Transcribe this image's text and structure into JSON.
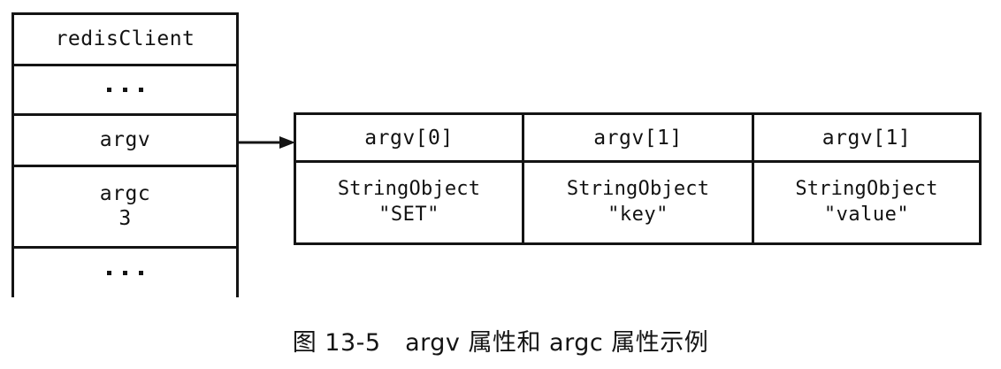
{
  "figure": {
    "caption": "图 13-5　argv 属性和 argc 属性示例",
    "ink_color": "#141414",
    "background_color": "#ffffff"
  },
  "struct": {
    "title": "redisClient",
    "rows": [
      {
        "label": "redisClient",
        "kind": "title"
      },
      {
        "label": "...",
        "kind": "ellipsis"
      },
      {
        "label": "argv",
        "kind": "field"
      },
      {
        "label": "argc",
        "value": "3",
        "kind": "field"
      },
      {
        "label": "...",
        "kind": "ellipsis"
      }
    ]
  },
  "connector": {
    "from": "argv",
    "to": "argv-table",
    "arrow_icon": "arrow-right-icon"
  },
  "argv_table": {
    "headers": [
      "argv[0]",
      "argv[1]",
      "argv[1]"
    ],
    "cells": [
      {
        "type": "StringObject",
        "value": "\"SET\""
      },
      {
        "type": "StringObject",
        "value": "\"key\""
      },
      {
        "type": "StringObject",
        "value": "\"value\""
      }
    ]
  }
}
